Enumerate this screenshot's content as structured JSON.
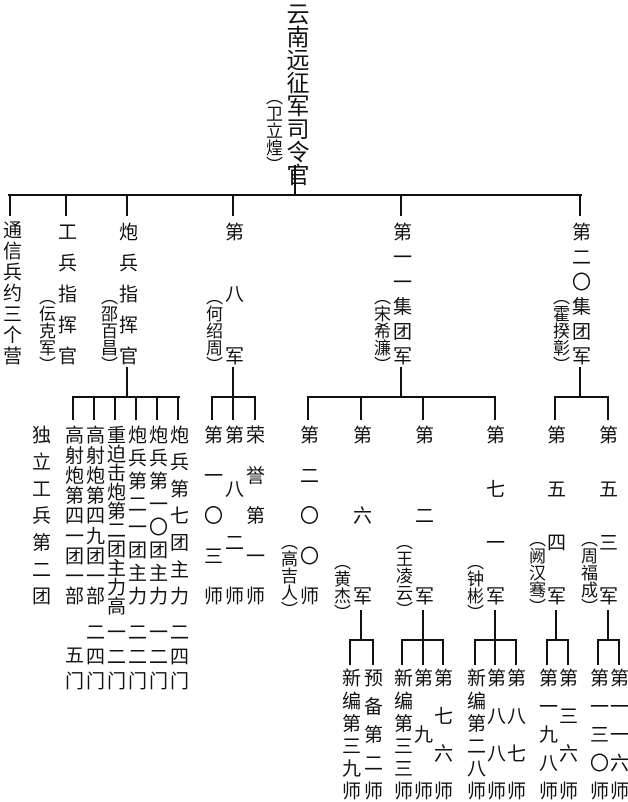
{
  "title": {
    "name": "云南远征军司令官",
    "commander": "（卫立煌）"
  },
  "signal": {
    "name": "通信兵约三个营"
  },
  "engineer": {
    "name": "工兵指挥官",
    "commander": "（伝克军）"
  },
  "independent_engineer": {
    "name": "独立工兵第二团"
  },
  "artillery": {
    "name": "炮兵指挥官",
    "commander": "（邵百昌）",
    "units": [
      "高射炮第四一团一部",
      "高射炮第四九团一部",
      "重迫击炮第二团主力高",
      "炮兵第二一团主力",
      "炮兵第一〇团主力",
      "炮兵第七团主力"
    ],
    "counts": [
      "五门",
      "二四门",
      "一二门",
      "二二门",
      "一二门",
      "二四门"
    ]
  },
  "army8": {
    "name": "第八军",
    "commander": "（何绍周）",
    "divisions": [
      "第一〇三师",
      "第八二师",
      "荣誉第一师"
    ]
  },
  "group11": {
    "name": "第一一集团军",
    "commander": "（宋希濂）",
    "units": [
      {
        "name": "第二〇〇师",
        "commander": "（高吉人）"
      },
      {
        "name": "第六军",
        "commander": "（黄杰）",
        "divisions": [
          "新编第三九师",
          "预备第二师"
        ]
      },
      {
        "name": "第二军",
        "commander": "（王凌云）",
        "divisions": [
          "新编第三三师",
          "第九师",
          "第七六师"
        ]
      },
      {
        "name": "第七一军",
        "commander": "（钟彬）",
        "divisions": [
          "新编第二八师",
          "第八八师",
          "第八七师"
        ]
      }
    ]
  },
  "group20": {
    "name": "第二〇集团军",
    "commander": "（霍揆彰）",
    "units": [
      {
        "name": "第五四军",
        "commander": "（阙汉骞）",
        "divisions": [
          "第一九八师",
          "第三六师"
        ]
      },
      {
        "name": "第五三军",
        "commander": "（周福成）",
        "divisions": [
          "第一三〇师",
          "第一一六师"
        ]
      }
    ]
  }
}
